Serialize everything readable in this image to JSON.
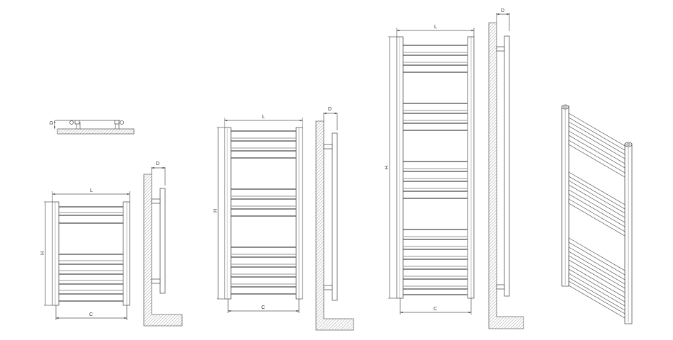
{
  "figure": {
    "type": "technical-drawing",
    "subject": "towel radiator dimension drawings"
  },
  "dimension_labels": {
    "width": "L",
    "height": "H",
    "centers": "C",
    "depth": "D"
  },
  "views": [
    {
      "name": "top-view-small",
      "labels": [
        "D"
      ]
    },
    {
      "name": "front-view-small",
      "labels": [
        "L",
        "H",
        "C"
      ],
      "bar_groups": [
        4,
        9
      ]
    },
    {
      "name": "side-view-small",
      "labels": [
        "D"
      ]
    },
    {
      "name": "front-view-medium",
      "labels": [
        "L",
        "H",
        "C"
      ],
      "bar_groups": [
        5,
        5,
        10
      ]
    },
    {
      "name": "side-view-medium",
      "labels": [
        "D"
      ]
    },
    {
      "name": "front-view-large",
      "labels": [
        "L",
        "H",
        "C"
      ],
      "bar_groups": [
        5,
        5,
        7,
        13
      ]
    },
    {
      "name": "side-view-large",
      "labels": [
        "D"
      ]
    },
    {
      "name": "isometric-view",
      "labels": []
    }
  ],
  "colors": {
    "line": "#555555",
    "bar": "#666666",
    "background": "#ffffff"
  }
}
